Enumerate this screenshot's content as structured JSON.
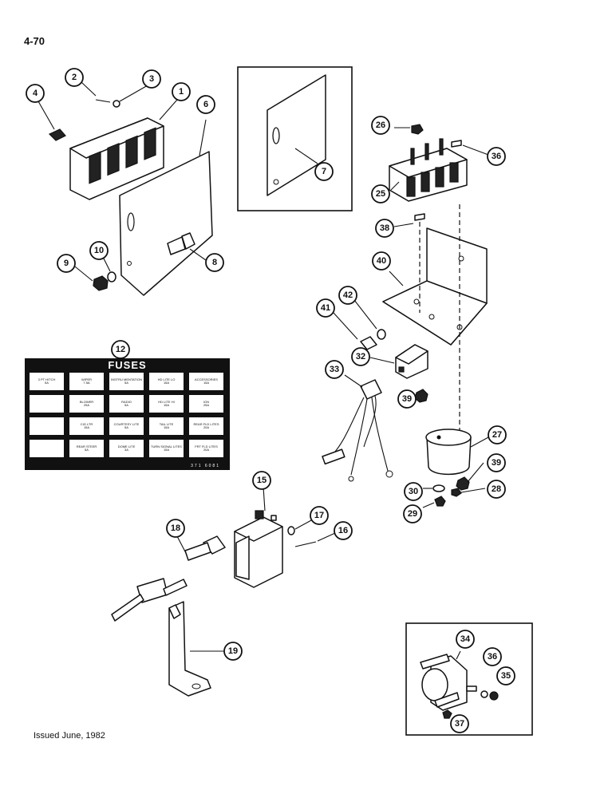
{
  "page": {
    "number": "4-70",
    "issued": "Issued June, 1982"
  },
  "callouts": [
    "1",
    "2",
    "3",
    "4",
    "6",
    "7",
    "8",
    "9",
    "10",
    "12",
    "15",
    "16",
    "17",
    "18",
    "19",
    "25",
    "26",
    "27",
    "28",
    "29",
    "30",
    "32",
    "33",
    "34",
    "35",
    "36",
    "36",
    "37",
    "38",
    "39",
    "39",
    "40",
    "41",
    "42"
  ],
  "fuse_chart": {
    "title": "FUSES",
    "code": "371 6081",
    "cells": [
      {
        "name": "3 PT HITCH",
        "rating": "5A"
      },
      {
        "name": "WIPER",
        "rating": "7.5A"
      },
      {
        "name": "INSTRU MENTATION",
        "rating": "5A"
      },
      {
        "name": "HD LITE LO",
        "rating": "15A"
      },
      {
        "name": "ACCESSORIES",
        "rating": "15A"
      },
      {
        "name": "",
        "rating": ""
      },
      {
        "name": "BLOWER",
        "rating": "25A"
      },
      {
        "name": "RADIO",
        "rating": "5A"
      },
      {
        "name": "HD LITE HI",
        "rating": "15A"
      },
      {
        "name": "IGN",
        "rating": "25A"
      },
      {
        "name": "",
        "rating": ""
      },
      {
        "name": "CIG LTR",
        "rating": "15A"
      },
      {
        "name": "COURTESY LITE",
        "rating": "5A"
      },
      {
        "name": "TAIL LITE",
        "rating": "15A"
      },
      {
        "name": "REAR FLD LITES",
        "rating": "20A"
      },
      {
        "name": "",
        "rating": ""
      },
      {
        "name": "REAR STEER",
        "rating": "5A"
      },
      {
        "name": "DOME LITE",
        "rating": "3A"
      },
      {
        "name": "TURN SIGNAL LITES",
        "rating": "15A"
      },
      {
        "name": "FRT FLD LITES",
        "rating": "20A"
      }
    ]
  }
}
